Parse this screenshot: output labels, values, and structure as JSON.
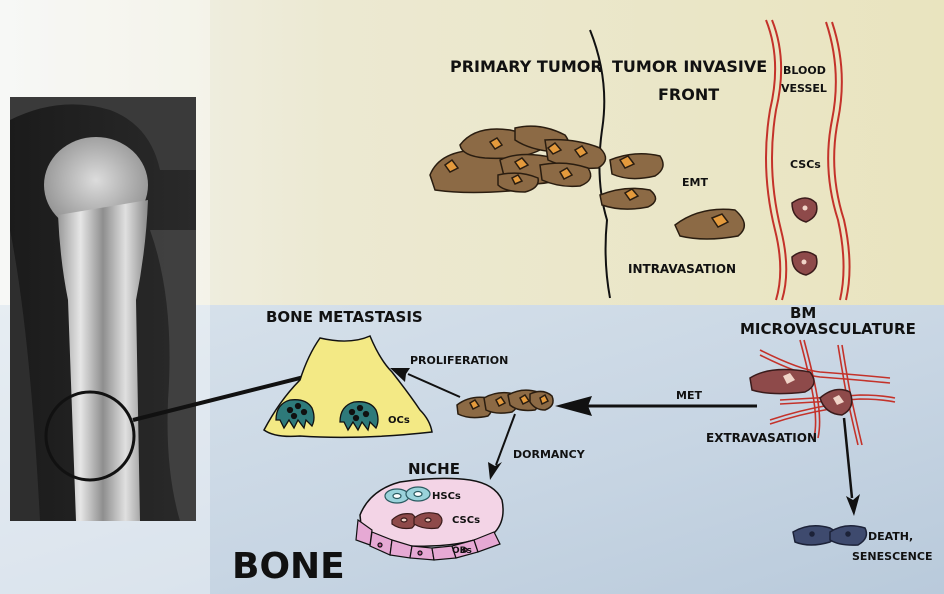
{
  "labels": {
    "primary_tumor": "PRIMARY TUMOR",
    "tumor_invasive_front_1": "TUMOR INVASIVE",
    "tumor_invasive_front_2": "FRONT",
    "blood_vessel_1": "BLOOD",
    "blood_vessel_2": "VESSEL",
    "emt": "EMT",
    "cscs_vessel": "CSCs",
    "intravasation": "INTRAVASATION",
    "bm_1": "BM",
    "bm_2": "MICROVASCULATURE",
    "bone_metastasis": "BONE METASTASIS",
    "proliferation": "PROLIFERATION",
    "ocs": "OCs",
    "met": "MET",
    "extravasation": "EXTRAVASATION",
    "dormancy": "DORMANCY",
    "niche": "NICHE",
    "hscs": "HSCs",
    "cscs_niche": "CSCs",
    "obs": "OBs",
    "death_1": "DEATH,",
    "death_2": "SENESCENCE",
    "bone": "BONE"
  },
  "colors": {
    "upper_background": "#ECE6C4",
    "lower_background": "#C8D5E3",
    "tumor_cell": "#8C6A45",
    "tumor_nucleus": "#E49A3C",
    "csc_cell": "#8E4A4A",
    "vessel_line": "#C4322A",
    "metastasis_fill": "#F3E985",
    "osteoclast": "#2E7A7A",
    "niche_fill": "#F3D4E6",
    "hsc_fill": "#9AD3DB",
    "dead_cell": "#3E4A6E"
  }
}
